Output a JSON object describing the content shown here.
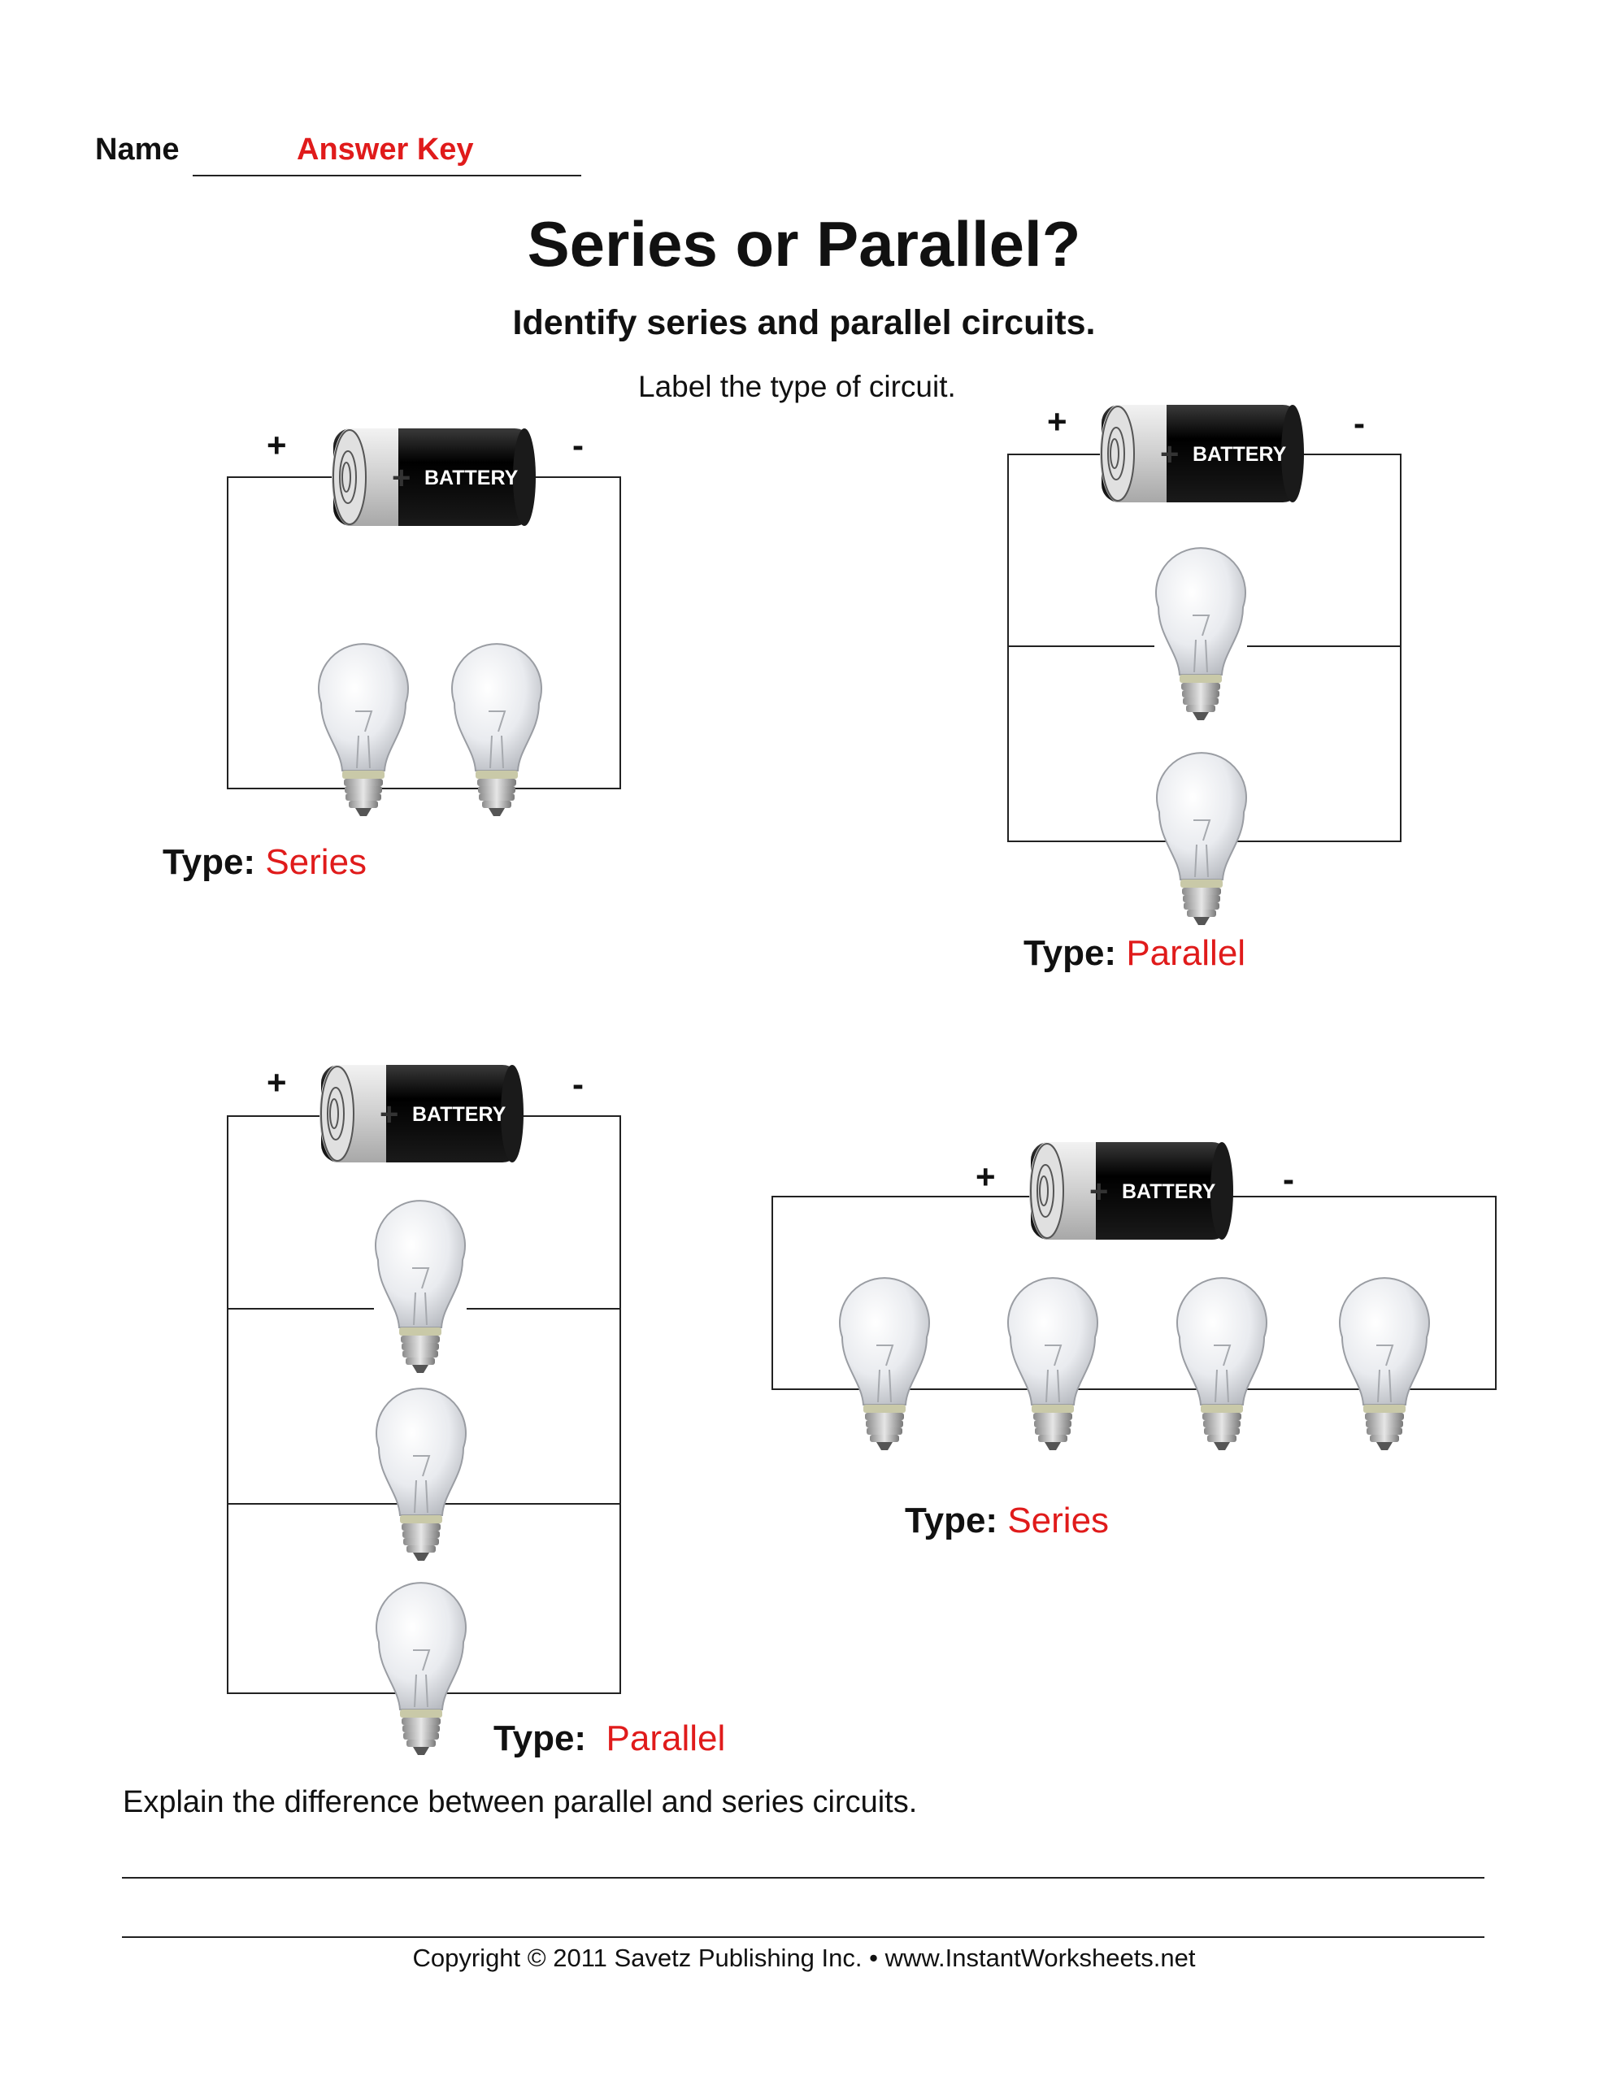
{
  "header": {
    "name_label": "Name",
    "name_value": "Answer Key"
  },
  "title": "Series or Parallel?",
  "subtitle": "Identify series and parallel circuits.",
  "instruction": "Label the type of circuit.",
  "battery": {
    "label": "BATTERY",
    "plus": "+",
    "minus": "-"
  },
  "circuits": [
    {
      "type_label": "Type:",
      "answer": "Series",
      "bulbs": 2
    },
    {
      "type_label": "Type:",
      "answer": "Parallel",
      "bulbs": 2
    },
    {
      "type_label": "Type:",
      "answer": "Parallel",
      "bulbs": 3
    },
    {
      "type_label": "Type:",
      "answer": "Series",
      "bulbs": 4
    }
  ],
  "question": "Explain the difference between parallel and series circuits.",
  "footer": {
    "copyright": "Copyright © 2011 Savetz Publishing Inc. • www.InstantWorksheets.net"
  },
  "colors": {
    "answer": "#e01b1b",
    "text": "#111111",
    "battery_body": "#111111",
    "battery_cap": "#d8d8d8",
    "bulb_glass": "#eef0f3"
  }
}
